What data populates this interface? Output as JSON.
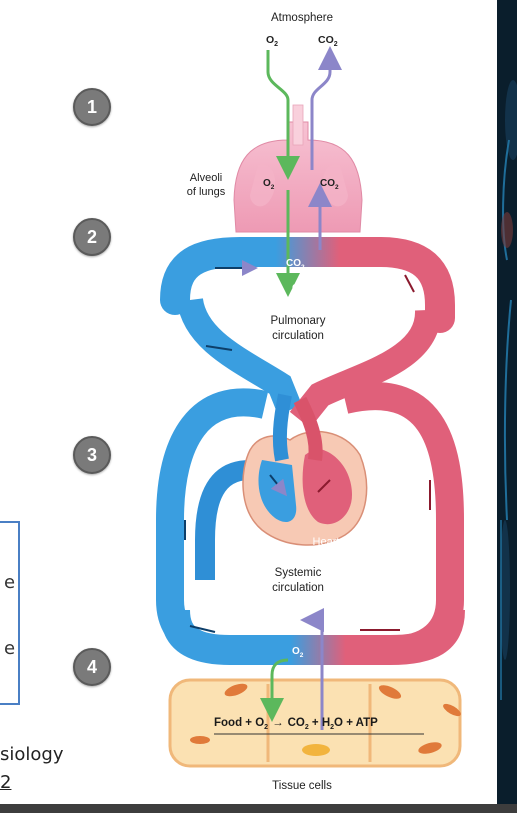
{
  "diagram": {
    "atmosphere_label": "Atmosphere",
    "o2": "O",
    "co2": "CO",
    "sub2": "2",
    "alveoli_label_line1": "Alveoli",
    "alveoli_label_line2": "of lungs",
    "pulmonary_line1": "Pulmonary",
    "pulmonary_line2": "circulation",
    "heart_label": "Heart",
    "systemic_line1": "Systemic",
    "systemic_line2": "circulation",
    "equation_food": "Food + O",
    "equation_arrow": "→",
    "equation_co2": "CO",
    "equation_h2o": " + H",
    "equation_o": "O",
    "equation_atp": " + ATP",
    "tissue_label": "Tissue cells"
  },
  "steps": [
    "1",
    "2",
    "3",
    "4"
  ],
  "textbox": {
    "line1_end": "e",
    "line2_end": "e"
  },
  "caption": {
    "line1": "siology",
    "line2": "2"
  },
  "colors": {
    "oxygenated": "#d9536a",
    "deoxygenated": "#2a88cf",
    "o2_arrow": "#5cb85c",
    "co2_arrow": "#8c86c9",
    "lung": "#f2a8bf",
    "cell": "#f9d9a6",
    "step_circle": "#7a7a7a",
    "box_border": "#4a7fc4"
  }
}
